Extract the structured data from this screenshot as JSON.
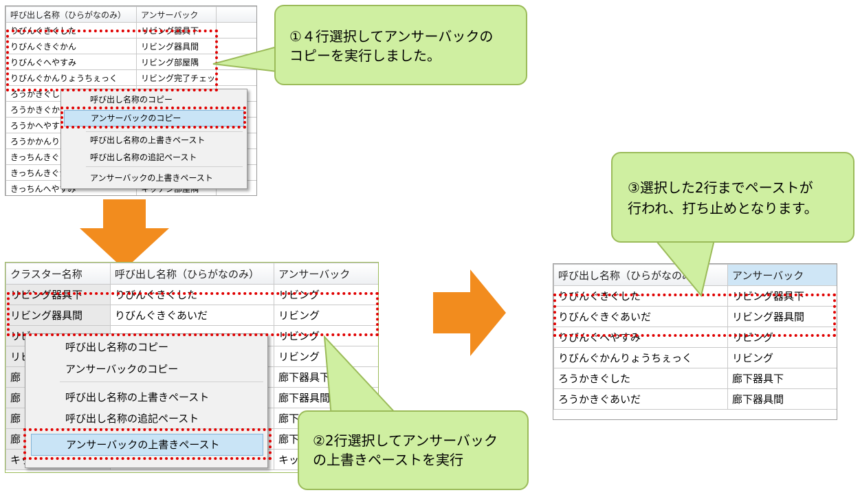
{
  "grid1": {
    "headers": [
      "呼び出し名称（ひらがなのみ）",
      "アンサーバック"
    ],
    "rows": [
      [
        "りびんぐきぐした",
        "リビング器具下"
      ],
      [
        "りびんぐきぐかん",
        "リビング器具間"
      ],
      [
        "りびんぐへやすみ",
        "リビング部屋隅"
      ],
      [
        "りびんぐかんりょうちぇっく",
        "リビング完了チェック"
      ],
      [
        "ろうかきぐした",
        ""
      ],
      [
        "ろうかきぐかん",
        ""
      ],
      [
        "ろうかへやすみ",
        ""
      ],
      [
        "ろうかかんりょ",
        ""
      ],
      [
        "きっちんきぐした",
        ""
      ],
      [
        "きっちんきぐかん",
        ""
      ],
      [
        "きっちんへやすみ",
        "キッチン部屋隅"
      ]
    ]
  },
  "menu1": {
    "items": [
      "呼び出し名称のコピー",
      "アンサーバックのコピー",
      "呼び出し名称の上書きペースト",
      "呼び出し名称の追記ペースト",
      "アンサーバックの上書きペースト"
    ]
  },
  "grid2": {
    "headers": [
      "クラスター名称",
      "呼び出し名称（ひらがなのみ）",
      "アンサーバック"
    ],
    "rows": [
      [
        "リビング器具下",
        "りびんぐきぐした",
        "リビング"
      ],
      [
        "リビング器具間",
        "りびんぐきぐあいだ",
        "リビング"
      ],
      [
        "リビ",
        "",
        "リビング"
      ],
      [
        "リビ",
        "",
        "リビング"
      ],
      [
        "廊",
        "",
        "廊下器具下"
      ],
      [
        "廊",
        "",
        "廊下器具間"
      ],
      [
        "廊",
        "",
        "廊下"
      ],
      [
        "廊",
        "",
        "廊下"
      ],
      [
        "キッ",
        "",
        "キッ"
      ]
    ]
  },
  "menu2": {
    "items": [
      "呼び出し名称のコピー",
      "アンサーバックのコピー",
      "呼び出し名称の上書きペースト",
      "呼び出し名称の追記ペースト",
      "アンサーバックの上書きペースト"
    ]
  },
  "grid3": {
    "headers": [
      "呼び出し名称（ひらがなのみ）",
      "アンサーバック"
    ],
    "rows": [
      [
        "りびんぐきぐした",
        "リビング器具下"
      ],
      [
        "りびんぐきぐあいだ",
        "リビング器具間"
      ],
      [
        "りびんぐへやすみ",
        "リビング"
      ],
      [
        "りびんぐかんりょうちぇっく",
        "リビング"
      ],
      [
        "ろうかきぐした",
        "廊下器具下"
      ],
      [
        "ろうかきぐあいだ",
        "廊下器具間"
      ]
    ]
  },
  "callouts": {
    "c1": [
      "①４行選択してアンサーバックの",
      "コピーを実行しました。"
    ],
    "c2": [
      "②2行選択してアンサーバック",
      "の上書きペーストを実行"
    ],
    "c3": [
      "③選択した2行までペーストが",
      "行われ、打ち止めとなります。"
    ]
  },
  "colors": {
    "highlight_red": "#e00000",
    "callout_fill": "#cfefa1",
    "callout_border": "#9bbb59",
    "arrow_orange": "#f28c1e",
    "menu_selected": "#c9e4f6"
  },
  "icons": [
    "down-arrow-icon",
    "right-arrow-icon"
  ]
}
